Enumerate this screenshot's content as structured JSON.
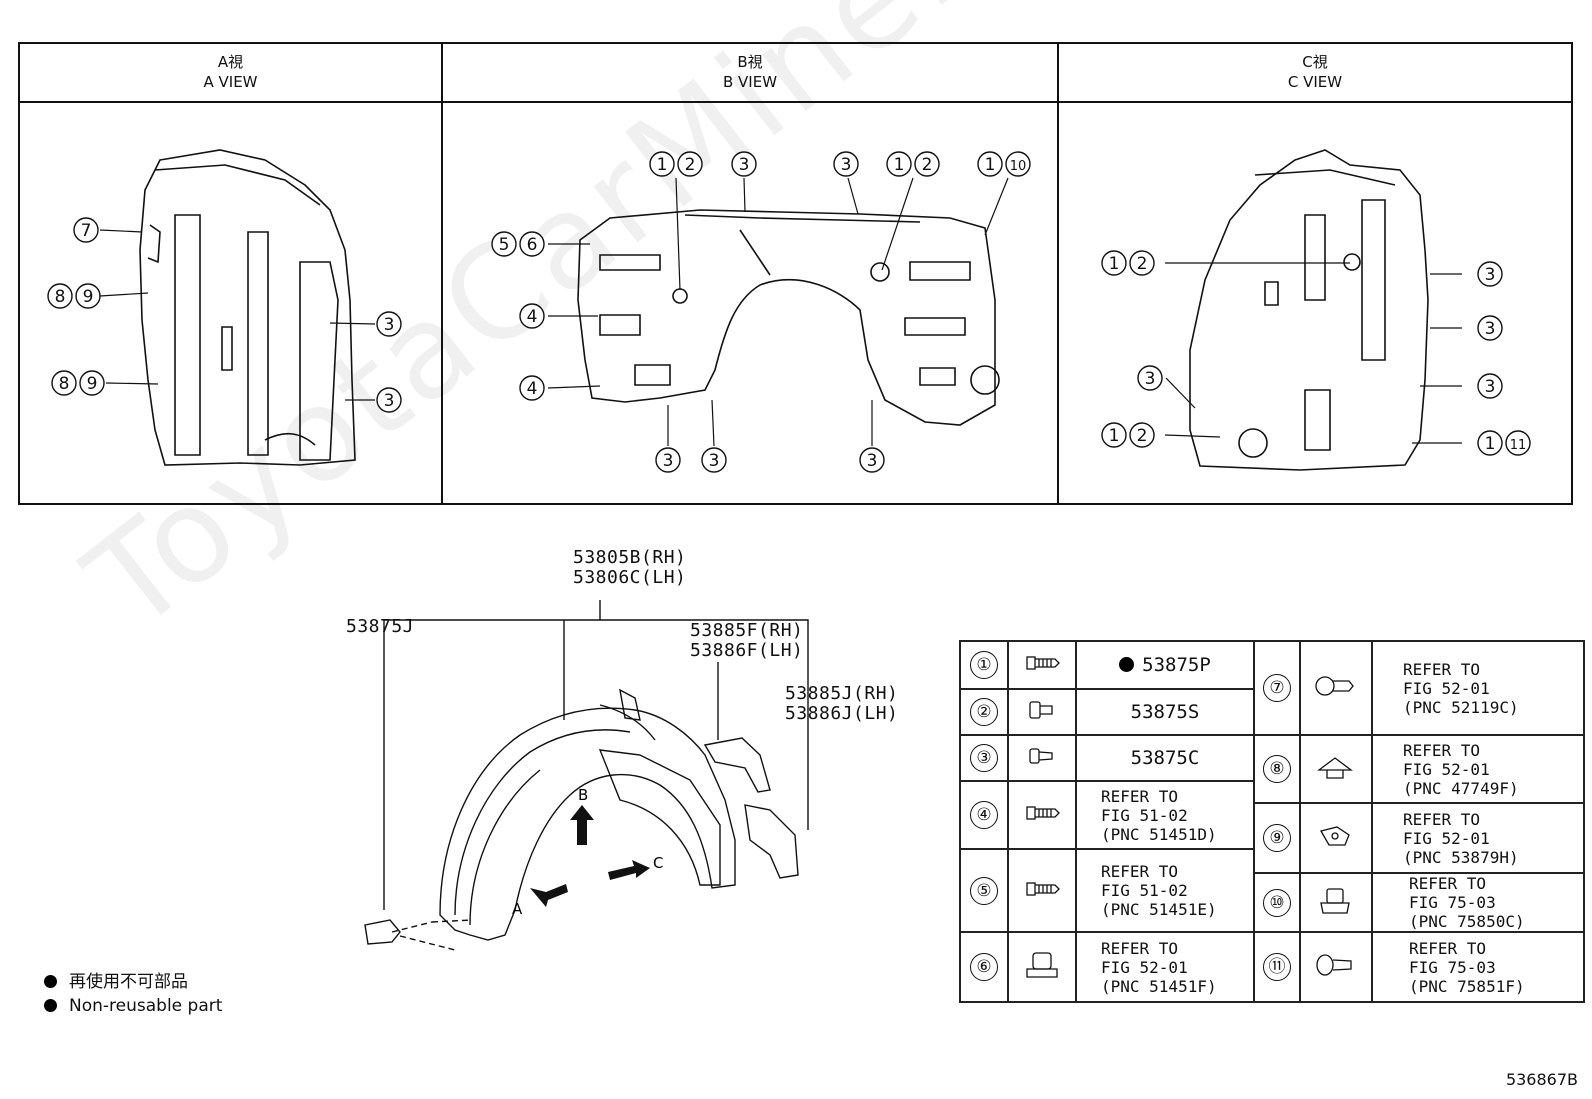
{
  "headers": [
    {
      "jp": "A視",
      "en": "A VIEW"
    },
    {
      "jp": "B視",
      "en": "B VIEW"
    },
    {
      "jp": "C視",
      "en": "C VIEW"
    }
  ],
  "parts_labels": {
    "liner": "53805B(RH)\n53806C(LH)",
    "nut": "53875J",
    "mudguard": "53885F(RH)\n53886F(LH)",
    "splash": "53885J(RH)\n53886J(LH)"
  },
  "view_arrows": {
    "a": "A",
    "b": "B",
    "c": "C"
  },
  "legend": {
    "jp": "再使用不可部品",
    "en": "Non-reusable part"
  },
  "parts_table": {
    "left": [
      {
        "num": "①",
        "text": "53875P",
        "nonreusable": true
      },
      {
        "num": "②",
        "text": "53875S",
        "nonreusable": false
      },
      {
        "num": "③",
        "text": "53875C",
        "nonreusable": false
      },
      {
        "num": "④",
        "text": "REFER TO\nFIG 51-02\n(PNC 51451D)",
        "nonreusable": false
      },
      {
        "num": "⑤",
        "text": "REFER TO\nFIG 51-02\n(PNC 51451E)",
        "nonreusable": false
      },
      {
        "num": "⑥",
        "text": "REFER TO\nFIG 52-01\n(PNC 51451F)",
        "nonreusable": false
      }
    ],
    "right": [
      {
        "num": "⑦",
        "text": "REFER TO\nFIG 52-01\n(PNC 52119C)"
      },
      {
        "num": "⑧",
        "text": "REFER TO\nFIG 52-01\n(PNC 47749F)"
      },
      {
        "num": "⑨",
        "text": "REFER TO\nFIG 52-01\n(PNC 53879H)"
      },
      {
        "num": "⑩",
        "text": "REFER TO\nFIG 75-03\n(PNC 75850C)"
      },
      {
        "num": "⑪",
        "text": "REFER TO\nFIG 75-03\n(PNC 75851F)"
      }
    ]
  },
  "figure_id": "536867B",
  "watermark": "ToyotaCarMine.ru"
}
